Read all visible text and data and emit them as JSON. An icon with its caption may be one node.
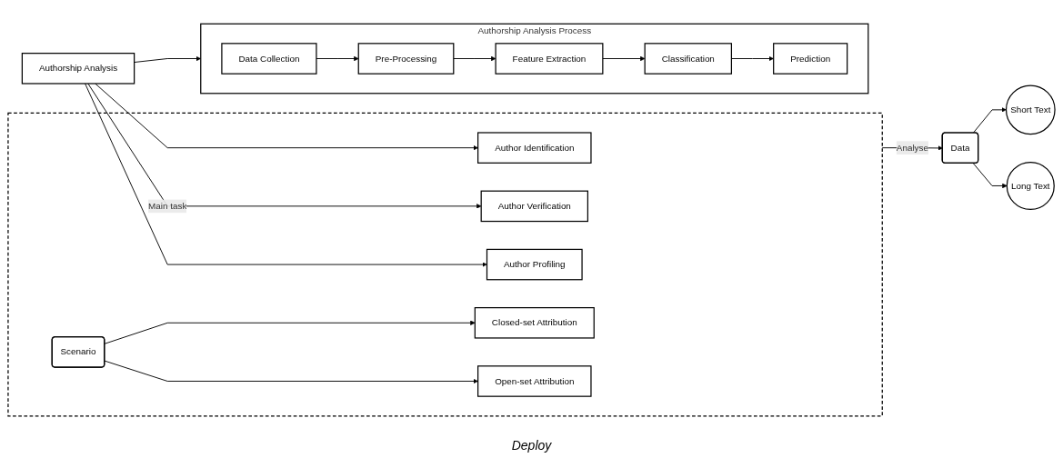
{
  "diagram": {
    "nodes": [
      {
        "text": [
          "Authorship Analysis"
        ]
      },
      {
        "text": [],
        "shape": "box"
      },
      {
        "text": [
          "Author Identification"
        ],
        "in": 1
      },
      {
        "text": [
          "Author Verification"
        ],
        "in": 1
      },
      {
        "text": [
          "Author Profiling"
        ],
        "in": 1
      },
      {
        "text": [
          "Scenario"
        ],
        "in": 1
      },
      {
        "text": [
          "Closed-set Attribution"
        ],
        "in": 1
      },
      {
        "text": [
          "Open-set Attribution"
        ],
        "in": 1
      },
      {
        "text": [
          "Data"
        ]
      },
      {
        "text": [
          "Short Text"
        ]
      },
      {
        "text": [
          "Long Text"
        ]
      },
      {
        "text": [
          "Authorship Analysis Process"
        ]
      },
      {
        "text": [
          "Data Collection"
        ],
        "in": 11
      },
      {
        "text": [
          "Pre-Processing"
        ],
        "in": 11
      },
      {
        "text": [
          "Feature Extraction"
        ],
        "in": 11
      },
      {
        "text": [
          "Classification"
        ],
        "in": 11
      },
      {
        "text": [
          "Prediction"
        ],
        "in": 11
      }
    ],
    "edges": [
      {
        "from": 0,
        "to": 2,
        "arrow": "to"
      },
      {
        "from": 0,
        "to": 3,
        "arrow": "to",
        "label": "Main task"
      },
      {
        "from": 0,
        "to": 4,
        "arrow": "to"
      },
      {
        "from": 5,
        "to": 6,
        "arrow": "to"
      },
      {
        "from": 5,
        "to": 7,
        "arrow": "to"
      },
      {
        "from": 1,
        "to": 8,
        "arrow": "to",
        "label": "Analyse"
      },
      {
        "from": 8,
        "to": 9,
        "arrow": "to"
      },
      {
        "from": 8,
        "to": 10,
        "arrow": "to"
      },
      {
        "from": 0,
        "to": 11,
        "arrow": "to"
      },
      {
        "from": 12,
        "to": 13,
        "arrow": "to"
      },
      {
        "from": 13,
        "to": 14,
        "arrow": "to"
      },
      {
        "from": 14,
        "to": 15,
        "arrow": "to"
      },
      {
        "from": 15,
        "to": 16,
        "arrow": "to"
      }
    ],
    "labels": [
      "Deploy"
    ]
  }
}
